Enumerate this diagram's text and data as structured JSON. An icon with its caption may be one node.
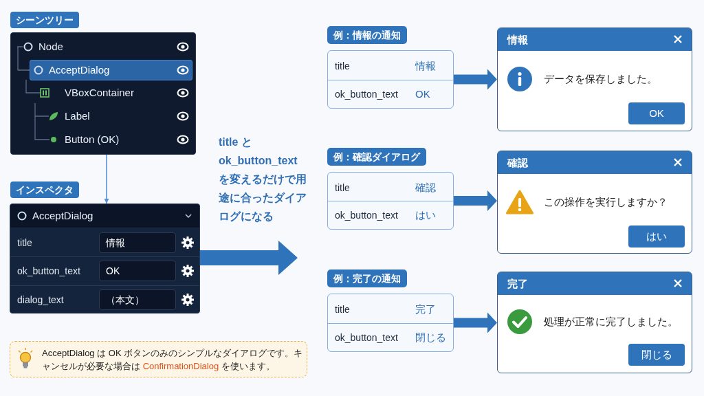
{
  "diagram": {
    "nodes": [
      {
        "text": [
          "シーンツリー",
          "Node",
          "AcceptDialog",
          "VBoxContainer",
          "Label",
          "Button (OK)"
        ]
      },
      {
        "text": [
          "インスペクタ",
          "AcceptDialog",
          "title",
          "ok_button_text",
          "dialog_text"
        ]
      },
      {
        "text": [
          "情報"
        ],
        "in": 1
      },
      {
        "text": [
          "OK"
        ],
        "in": 1
      },
      {
        "text": [
          "（本文）"
        ],
        "in": 1
      },
      {
        "text": [
          "例：情報の通知",
          "title",
          "情報",
          "ok_button_text",
          "OK"
        ]
      },
      {
        "text": [
          "情報",
          "データを保存しました。"
        ]
      },
      {
        "text": [
          "OK"
        ],
        "in": 6
      },
      {
        "text": [
          "例：確認ダイアログ",
          "title",
          "確認",
          "ok_button_text",
          "はい"
        ]
      },
      {
        "text": [
          "確認",
          "この操作を実行しますか？"
        ]
      },
      {
        "text": [
          "はい"
        ],
        "in": 9
      },
      {
        "text": [
          "例：完了の通知",
          "title",
          "完了",
          "ok_button_text",
          "閉じる"
        ]
      },
      {
        "text": [
          "完了",
          "処理が正常に完了しました。"
        ]
      },
      {
        "text": [
          "閉じる"
        ],
        "in": 12
      },
      {
        "text": [
          "AcceptDialog は OK ボタンのみのシンプルなダイアログです。キャンセルが必要な場合は **ConfirmationDialog** を使います。"
        ]
      }
    ],
    "edges": [
      {
        "from": 0,
        "to": 1,
        "arrow": "to",
        "color": "#5a8fd4"
      },
      {
        "from": 1,
        "to": null,
        "arrow": "to",
        "style": "thick"
      },
      {
        "from": 5,
        "to": 6,
        "arrow": "to",
        "style": "thick"
      },
      {
        "from": 8,
        "to": 9,
        "arrow": "to",
        "style": "thick"
      },
      {
        "from": 11,
        "to": 12,
        "arrow": "to",
        "style": "thick"
      }
    ],
    "labels": [
      "title と ok_button_text を変えるだけで用途に合ったダイアログになる"
    ]
  }
}
